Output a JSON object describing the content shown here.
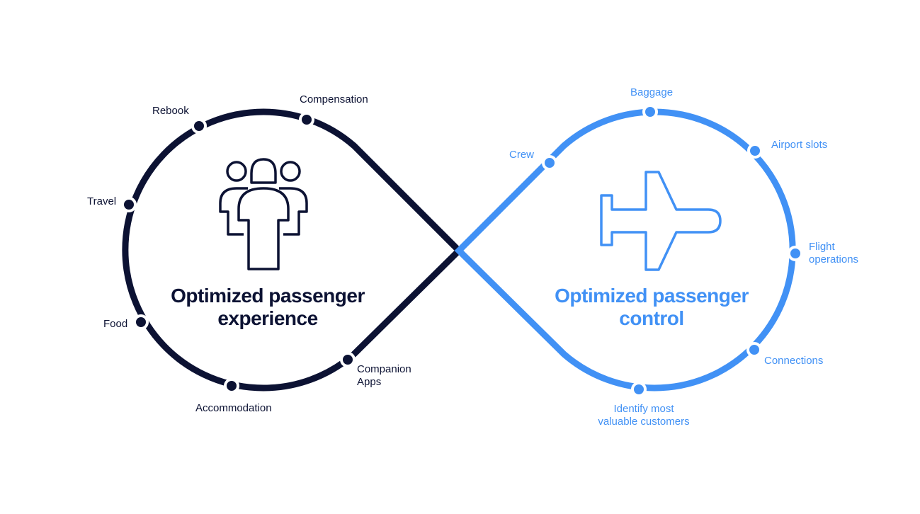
{
  "colors": {
    "dark": "#0c1233",
    "blue": "#4191f5",
    "background": "#ffffff"
  },
  "left": {
    "title_line1": "Optimized passenger",
    "title_line2": "experience",
    "icon": "people-group-icon",
    "nodes": {
      "compensation": "Compensation",
      "rebook": "Rebook",
      "travel": "Travel",
      "food": "Food",
      "accommodation": "Accommodation",
      "companion_line1": "Companion",
      "companion_line2": "Apps"
    }
  },
  "right": {
    "title_line1": "Optimized passenger",
    "title_line2": "control",
    "icon": "airplane-icon",
    "nodes": {
      "baggage": "Baggage",
      "crew": "Crew",
      "airport_slots": "Airport slots",
      "flight_line1": "Flight",
      "flight_line2": "operations",
      "connections": "Connections",
      "identify_line1": "Identify most",
      "identify_line2": "valuable customers"
    }
  }
}
